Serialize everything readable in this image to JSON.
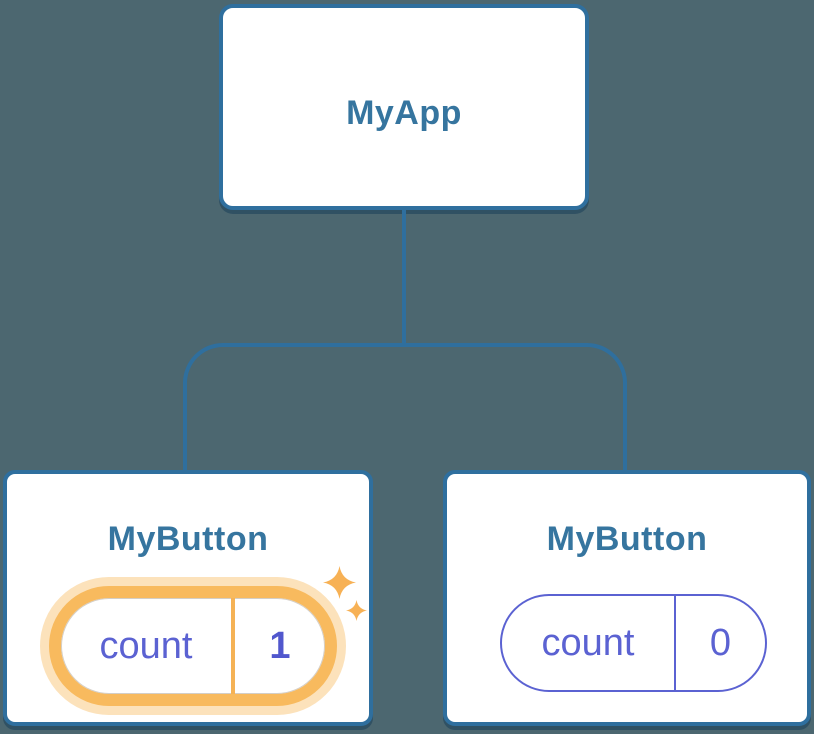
{
  "diagram": {
    "root": {
      "title": "MyApp"
    },
    "children": [
      {
        "title": "MyButton",
        "state": {
          "key": "count",
          "value": "1"
        },
        "highlighted": true,
        "icons": [
          "sparkle-large-icon",
          "sparkle-small-icon"
        ]
      },
      {
        "title": "MyButton",
        "state": {
          "key": "count",
          "value": "0"
        },
        "highlighted": false
      }
    ]
  },
  "colors": {
    "background": "#4c6770",
    "node_fill": "#ffffff",
    "node_border": "#2f6f9e",
    "node_shadow": "rgba(16,56,84,0.45)",
    "edge_line": "#2f6f9e",
    "node_title_text": "#36759f",
    "state_text": "#5b62d2",
    "state_value_highlight": "#5157cd",
    "highlight_ring": "#f8ba5e",
    "highlight_glow": "rgba(248,186,94,0.42)",
    "highlight_divider": "#f5b255",
    "sparkle": "#f7b155"
  }
}
